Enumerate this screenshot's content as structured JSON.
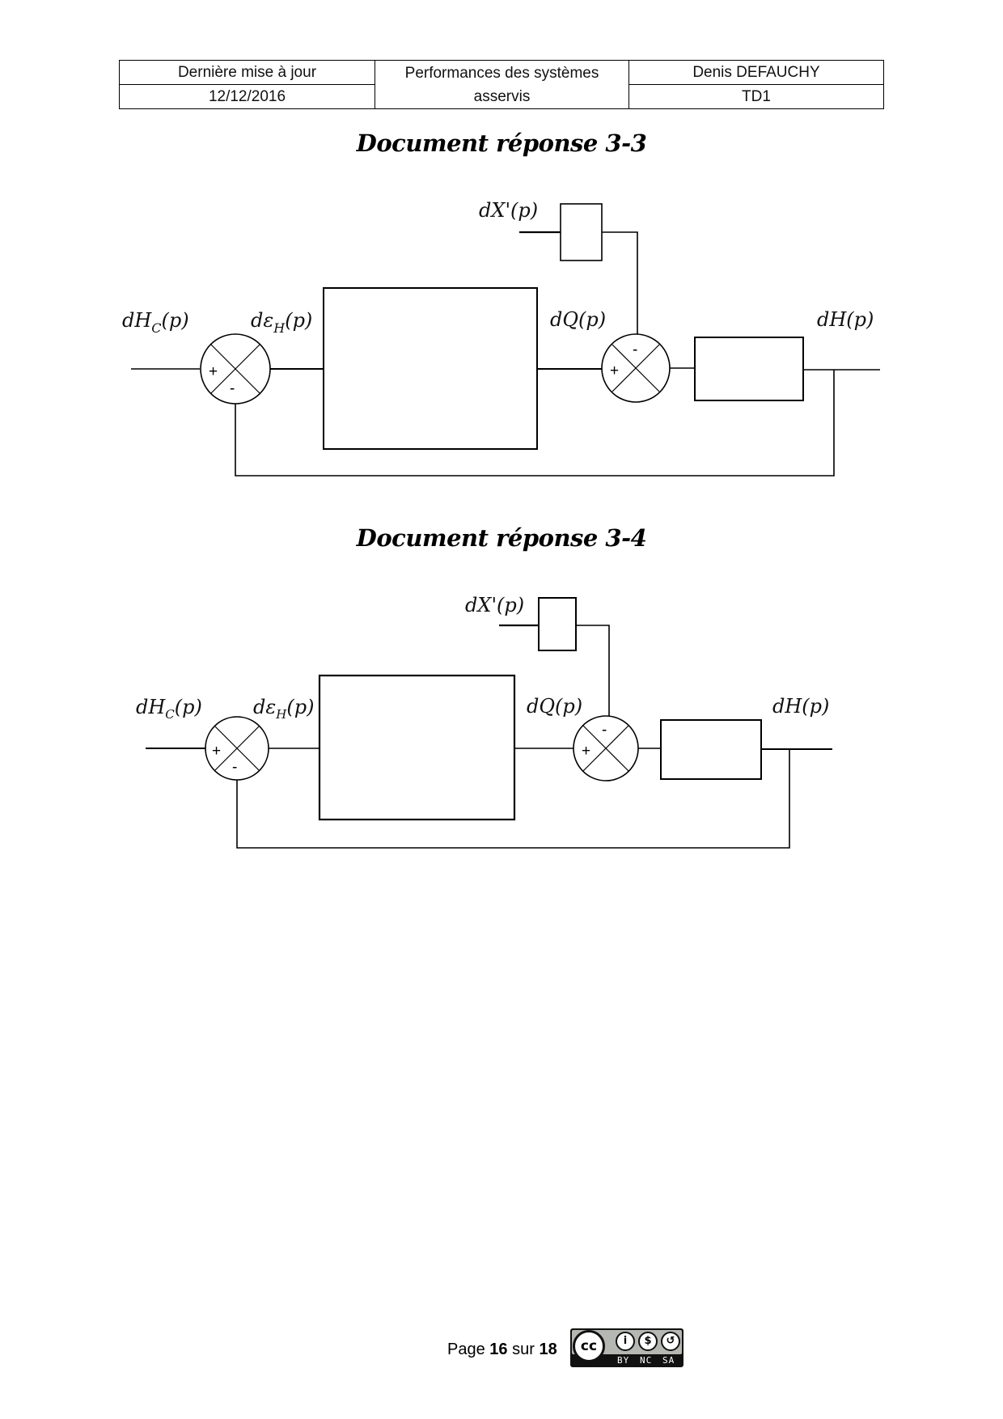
{
  "header": {
    "updated_label": "Dernière mise à jour",
    "updated_date": "12/12/2016",
    "course_title_line1": "Performances des systèmes",
    "course_title_line2": "asservis",
    "author": "Denis DEFAUCHY",
    "doc_type": "TD1"
  },
  "documents": [
    {
      "title": "Document réponse 3-3",
      "labels": {
        "disturbance": "dX'(p)",
        "setpoint_main": "dH",
        "setpoint_sub": "C",
        "setpoint_tail": "(p)",
        "error_main": "dε",
        "error_sub": "H",
        "error_tail": "(p)",
        "flow": "dQ(p)",
        "output": "dH(p)"
      },
      "summers": [
        {
          "left_sign": "+",
          "bottom_sign": "-"
        },
        {
          "left_sign": "+",
          "top_sign": "-"
        }
      ]
    },
    {
      "title": "Document réponse 3-4",
      "labels": {
        "disturbance": "dX'(p)",
        "setpoint_main": "dH",
        "setpoint_sub": "C",
        "setpoint_tail": "(p)",
        "error_main": "dε",
        "error_sub": "H",
        "error_tail": "(p)",
        "flow": "dQ(p)",
        "output": "dH(p)"
      },
      "summers": [
        {
          "left_sign": "+",
          "bottom_sign": "-"
        },
        {
          "left_sign": "+",
          "top_sign": "-"
        }
      ]
    }
  ],
  "footer": {
    "page_prefix": "Page",
    "page_current": "16",
    "page_sep": "sur",
    "page_total": "18",
    "license_icon": "creative-commons-by-nc-sa-icon",
    "license_cc": "cc",
    "license_labels": [
      "BY",
      "NC",
      "SA"
    ],
    "license_glyphs": [
      "i",
      "$",
      "↺"
    ]
  }
}
